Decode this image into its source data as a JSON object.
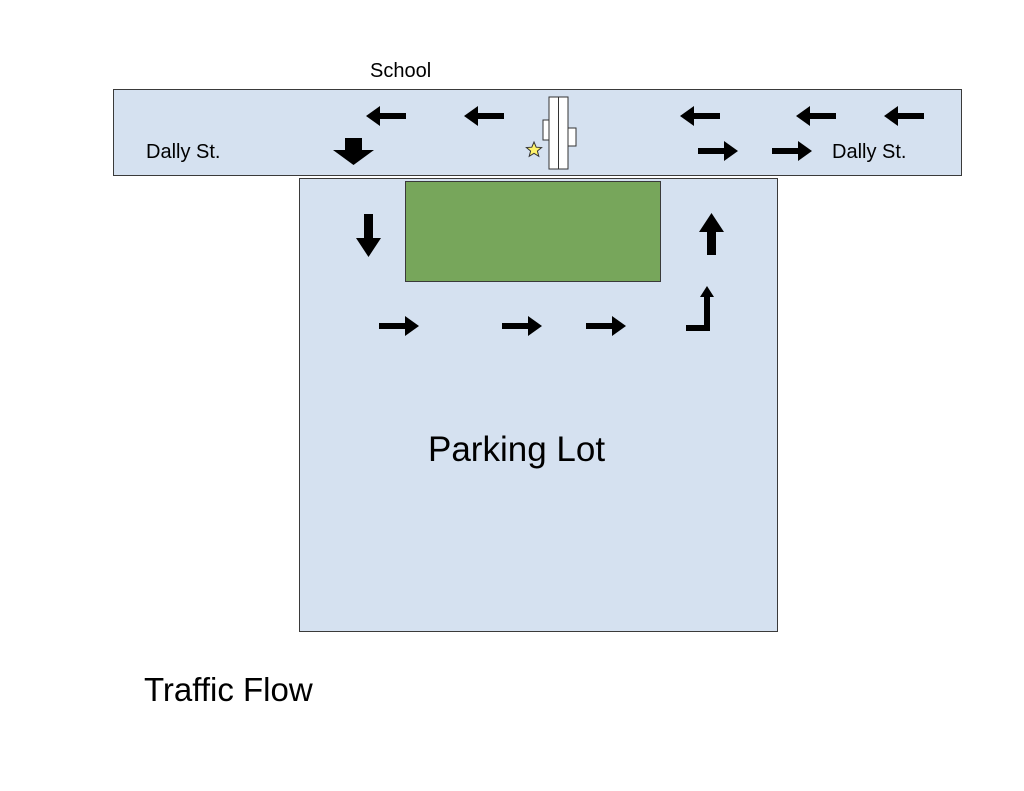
{
  "labels": {
    "school": "School",
    "street_left": "Dally St.",
    "street_right": "Dally St.",
    "lot": "Parking Lot",
    "title": "Traffic Flow"
  },
  "colors": {
    "road": "#d5e1f0",
    "green_area": "#77a65b",
    "outline": "#3a3a3a",
    "arrow": "#000000",
    "star": "#fff36b"
  },
  "icons": [
    "arrow-left-icon",
    "arrow-right-icon",
    "arrow-down-icon",
    "arrow-up-icon",
    "turn-up-icon",
    "crosswalk-icon",
    "star-icon"
  ]
}
